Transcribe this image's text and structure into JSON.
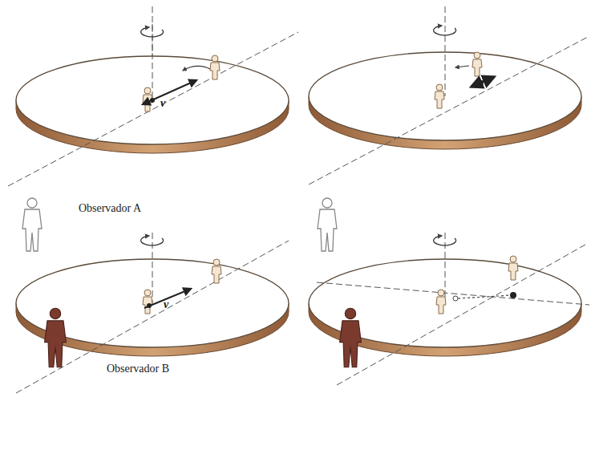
{
  "diagram": {
    "labels": [
      "v",
      "Observador A",
      "v",
      "Observador B"
    ]
  }
}
